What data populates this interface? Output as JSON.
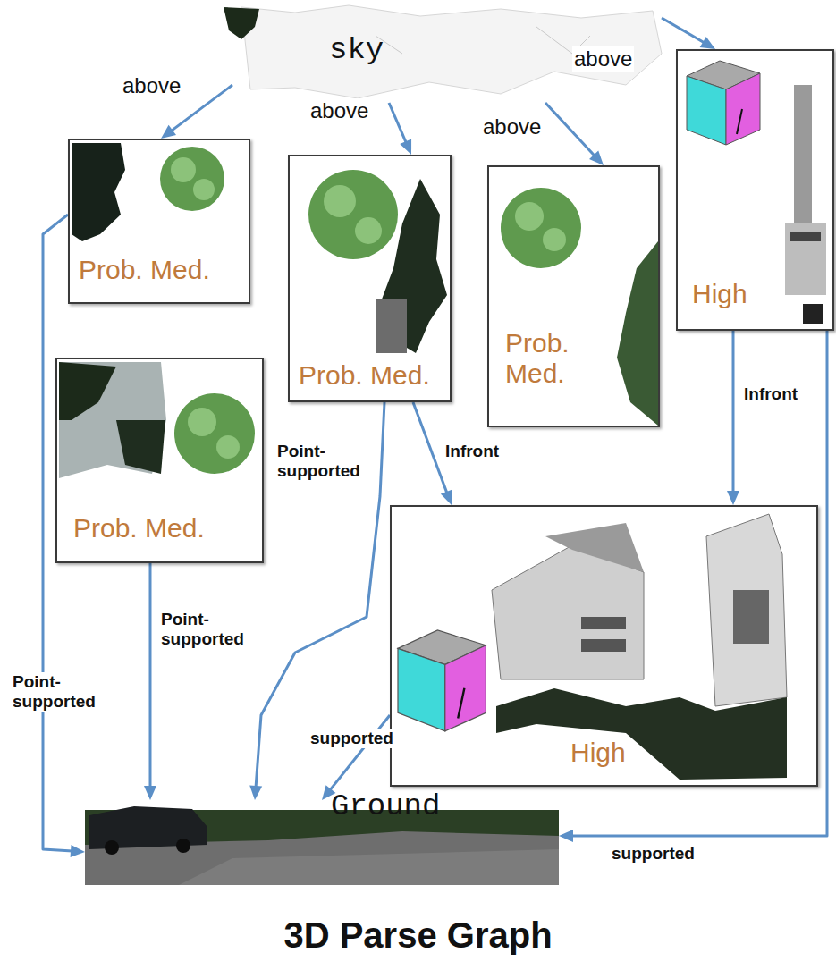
{
  "diagram": {
    "title": "3D Parse Graph",
    "nodes": [
      {
        "text": [
          "sky"
        ]
      },
      {
        "text": [
          "Prob. Med."
        ]
      },
      {
        "text": [
          "Prob. Med."
        ]
      },
      {
        "text": [
          "Prob. Med."
        ]
      },
      {
        "text": [
          "High"
        ]
      },
      {
        "text": [
          "Prob. Med."
        ]
      },
      {
        "text": [
          "High"
        ]
      },
      {
        "text": [
          "Ground"
        ]
      }
    ],
    "edges": [
      {
        "from": 0,
        "to": 1,
        "arrow": "to",
        "label": "above"
      },
      {
        "from": 0,
        "to": 2,
        "arrow": "to",
        "label": "above"
      },
      {
        "from": 0,
        "to": 3,
        "arrow": "to",
        "label": "above"
      },
      {
        "from": 0,
        "to": 4,
        "arrow": "to",
        "label": "above"
      },
      {
        "from": 1,
        "to": 7,
        "arrow": "to",
        "label": "Point-supported"
      },
      {
        "from": 5,
        "to": 7,
        "arrow": "to",
        "label": "Point-supported"
      },
      {
        "from": 2,
        "to": 7,
        "arrow": "to",
        "label": "Point-supported"
      },
      {
        "from": 2,
        "to": 6,
        "arrow": "to",
        "label": "Infront"
      },
      {
        "from": 4,
        "to": 6,
        "arrow": "to",
        "label": "Infront"
      },
      {
        "from": 6,
        "to": 7,
        "arrow": "to",
        "label": "supported"
      },
      {
        "from": 4,
        "to": 7,
        "arrow": "to",
        "label": "supported"
      }
    ]
  }
}
